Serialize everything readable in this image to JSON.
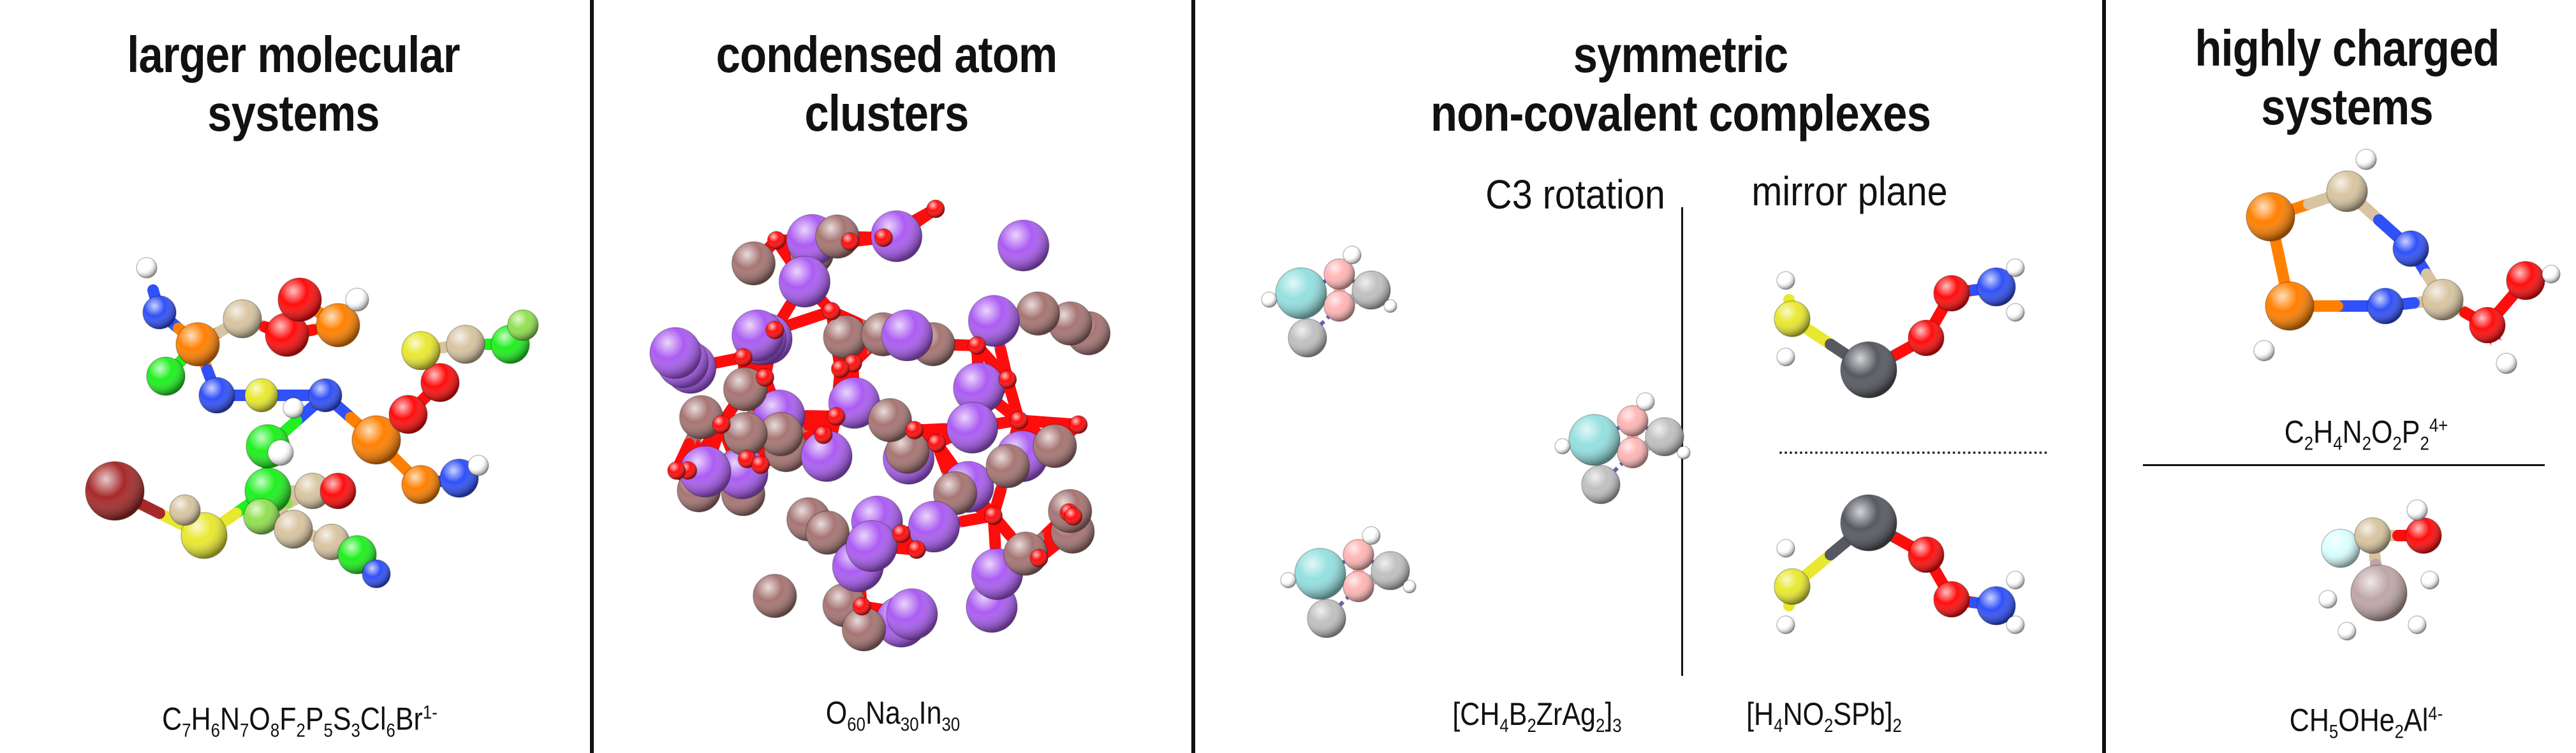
{
  "panels": [
    {
      "title_line1": "larger molecular",
      "title_line2": "systems",
      "formula": [
        "C",
        "7",
        "H",
        "6",
        "N",
        "7",
        "O",
        "8",
        "F",
        "2",
        "P",
        "5",
        "S",
        "3",
        "Cl",
        "6",
        "Br",
        "1-"
      ]
    },
    {
      "title_line1": "condensed atom",
      "title_line2": "clusters",
      "formula": [
        "O",
        "60",
        "Na",
        "30",
        "In",
        "30"
      ]
    },
    {
      "title_line1": "symmetric",
      "title_line2": "non-covalent complexes",
      "left_label": "C3 rotation",
      "right_label": "mirror plane",
      "formula_left": [
        "[CH",
        "4",
        "B",
        "2",
        "ZrAg",
        "2",
        "]",
        "3"
      ],
      "formula_right": [
        "[H",
        "4",
        "NO",
        "2",
        "SPb]",
        "2"
      ]
    },
    {
      "title_line1": "highly charged",
      "title_line2": "systems",
      "formula_top": [
        "C",
        "2",
        "H",
        "4",
        "N",
        "2",
        "O",
        "2",
        "P",
        "2",
        "4+"
      ],
      "formula_bottom": [
        "CH",
        "5",
        "OHe",
        "2",
        "Al",
        "4-"
      ]
    }
  ],
  "colors": {
    "O": "#ff0d0d",
    "N": "#3050f8",
    "P": "#ff8000",
    "S": "#e8e830",
    "Cl": "#1ff01f",
    "F": "#90e050",
    "Br": "#a62929",
    "C": "#909090",
    "H": "#ffffff",
    "Na": "#ab5cf2",
    "In": "#a67573",
    "B": "#ffb5b5",
    "Zr": "#94e0e0",
    "Ag": "#c0c0c0",
    "Pb": "#575961",
    "He": "#d9ffff",
    "Al": "#bfa6a6",
    "Cbeige": "#d8c4a0"
  }
}
